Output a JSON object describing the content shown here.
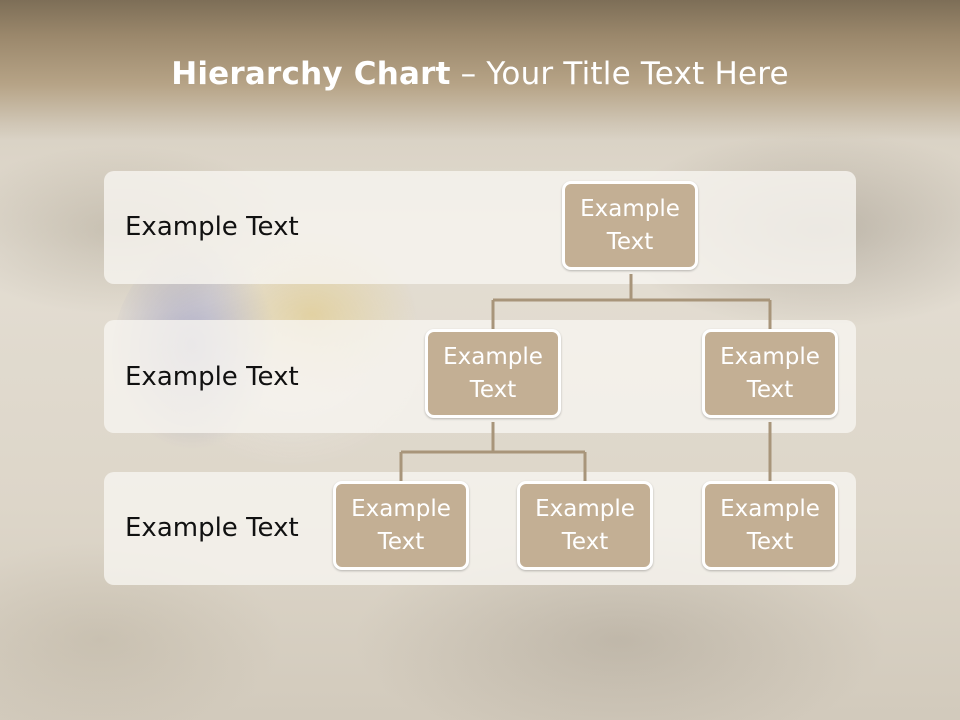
{
  "title": {
    "bold": "Hierarchy Chart",
    "rest": " – Your Title Text Here"
  },
  "rows": [
    {
      "label": "Example Text"
    },
    {
      "label": "Example Text"
    },
    {
      "label": "Example Text"
    }
  ],
  "nodes": {
    "root": "Example\nText",
    "level2_left": "Example\nText",
    "level2_right": "Example\nText",
    "level3_a": "Example\nText",
    "level3_b": "Example\nText",
    "level3_c": "Example\nText"
  },
  "colors": {
    "node_fill": "#c3af94",
    "connector": "#a8957a",
    "header": "#9a876b"
  }
}
